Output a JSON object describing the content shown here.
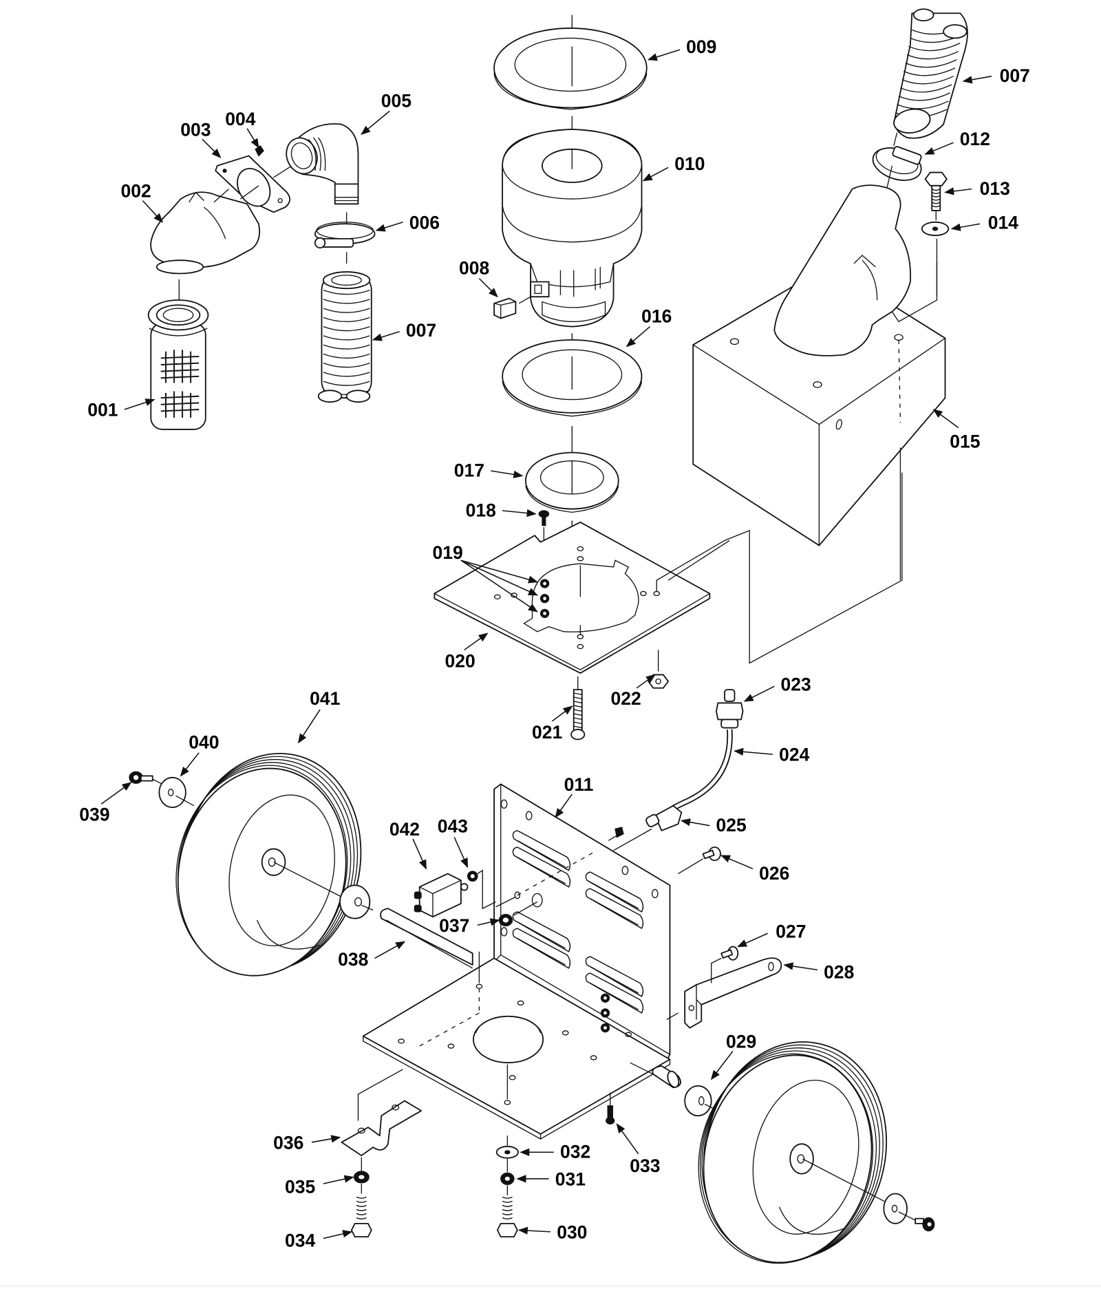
{
  "diagram": {
    "title": "Exploded parts view",
    "colors": {
      "line": "#111111",
      "background": "#ffffff"
    },
    "callouts": [
      {
        "id": "001",
        "label": "001",
        "part": "inlet-filter-screen"
      },
      {
        "id": "002",
        "label": "002",
        "part": "inlet-elbow-hood"
      },
      {
        "id": "003",
        "label": "003",
        "part": "flange-gasket"
      },
      {
        "id": "004",
        "label": "004",
        "part": "flange-screw"
      },
      {
        "id": "005",
        "label": "005",
        "part": "threaded-elbow-fitting"
      },
      {
        "id": "006",
        "label": "006",
        "part": "hose-clamp"
      },
      {
        "id": "007a",
        "label": "007",
        "part": "corrugated-hose"
      },
      {
        "id": "007b",
        "label": "007",
        "part": "corrugated-hose"
      },
      {
        "id": "008",
        "label": "008",
        "part": "motor-brush-block"
      },
      {
        "id": "009",
        "label": "009",
        "part": "top-gasket-ring"
      },
      {
        "id": "010",
        "label": "010",
        "part": "vacuum-motor"
      },
      {
        "id": "011",
        "label": "011",
        "part": "chassis-frame"
      },
      {
        "id": "012",
        "label": "012",
        "part": "hose-clamp"
      },
      {
        "id": "013",
        "label": "013",
        "part": "hex-bolt"
      },
      {
        "id": "014",
        "label": "014",
        "part": "flat-washer"
      },
      {
        "id": "015",
        "label": "015",
        "part": "recovery-housing-box"
      },
      {
        "id": "016",
        "label": "016",
        "part": "motor-gasket"
      },
      {
        "id": "017",
        "label": "017",
        "part": "lower-gasket"
      },
      {
        "id": "018",
        "label": "018",
        "part": "mount-screw"
      },
      {
        "id": "019",
        "label": "019",
        "part": "hex-nuts"
      },
      {
        "id": "020",
        "label": "020",
        "part": "motor-mount-plate"
      },
      {
        "id": "021",
        "label": "021",
        "part": "cap-screw"
      },
      {
        "id": "022",
        "label": "022",
        "part": "hex-nut"
      },
      {
        "id": "023",
        "label": "023",
        "part": "bulkhead-fitting"
      },
      {
        "id": "024",
        "label": "024",
        "part": "solution-tube"
      },
      {
        "id": "025",
        "label": "025",
        "part": "tube-fitting"
      },
      {
        "id": "026",
        "label": "026",
        "part": "screw-with-washer"
      },
      {
        "id": "027",
        "label": "027",
        "part": "screw-with-washer"
      },
      {
        "id": "028",
        "label": "028",
        "part": "handle-bracket"
      },
      {
        "id": "029",
        "label": "029",
        "part": "wheel-spacer"
      },
      {
        "id": "030",
        "label": "030",
        "part": "hex-bolt"
      },
      {
        "id": "031",
        "label": "031",
        "part": "lock-washer"
      },
      {
        "id": "032",
        "label": "032",
        "part": "flat-washer"
      },
      {
        "id": "033",
        "label": "033",
        "part": "cap-screw"
      },
      {
        "id": "034",
        "label": "034",
        "part": "hex-bolt"
      },
      {
        "id": "035",
        "label": "035",
        "part": "lock-washer"
      },
      {
        "id": "036",
        "label": "036",
        "part": "axle-clamp-bracket"
      },
      {
        "id": "037",
        "label": "037",
        "part": "grommet"
      },
      {
        "id": "038",
        "label": "038",
        "part": "axle"
      },
      {
        "id": "039",
        "label": "039",
        "part": "axle-screw"
      },
      {
        "id": "040",
        "label": "040",
        "part": "axle-washer"
      },
      {
        "id": "041",
        "label": "041",
        "part": "wheel"
      },
      {
        "id": "042",
        "label": "042",
        "part": "circuit-breaker"
      },
      {
        "id": "043",
        "label": "043",
        "part": "breaker-nut"
      }
    ]
  }
}
